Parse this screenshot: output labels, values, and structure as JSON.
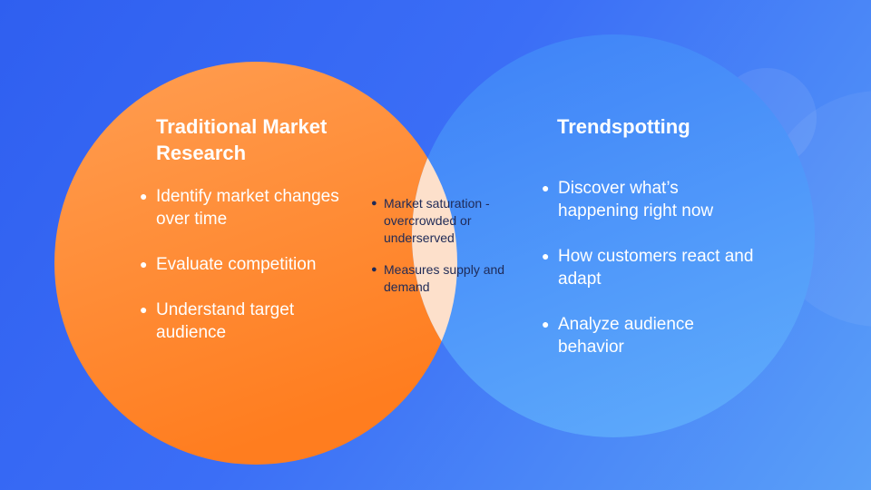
{
  "left_set": {
    "title": "Traditional Market Research",
    "color": "#ff8a30",
    "items": [
      {
        "text": "Identify market changes over time"
      },
      {
        "text": "Evaluate competition"
      },
      {
        "text": "Understand target audience"
      }
    ]
  },
  "right_set": {
    "title": "Trendspotting",
    "color": "#4a8ef9",
    "items": [
      {
        "text": "Discover what’s happening right now"
      },
      {
        "text": "How customers react and adapt"
      },
      {
        "text": "Analyze audience behavior"
      }
    ]
  },
  "overlap": {
    "color": "#fde0cb",
    "items": [
      {
        "text": "Market saturation - overcrowded or underserved"
      },
      {
        "text": "Measures supply and demand"
      }
    ]
  },
  "bullet_glyph": "●",
  "colors": {
    "background_start": "#2f5ff0",
    "background_end": "#5aa0f8",
    "text_light": "#ffffff",
    "text_dark": "#1f2a57"
  }
}
